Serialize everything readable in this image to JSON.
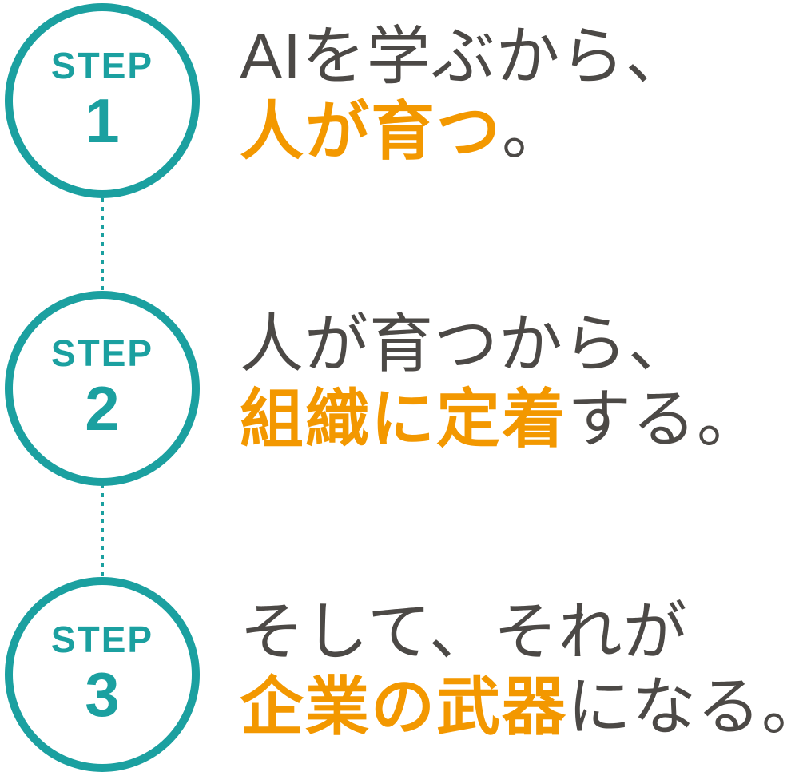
{
  "colors": {
    "teal": "#1BA0A0",
    "orange": "#F39800",
    "gray": "#4C4946",
    "bg": "#FFFFFF"
  },
  "steps": [
    {
      "step_label": "STEP",
      "number": "1",
      "line1": "AIを学ぶから、",
      "line2_accent": "人が育つ",
      "line2_rest": "。"
    },
    {
      "step_label": "STEP",
      "number": "2",
      "line1": "人が育つから、",
      "line2_accent": "組織に定着",
      "line2_rest": "する。"
    },
    {
      "step_label": "STEP",
      "number": "3",
      "line1": "そして、それが",
      "line2_accent": "企業の武器",
      "line2_rest": "になる。"
    }
  ]
}
